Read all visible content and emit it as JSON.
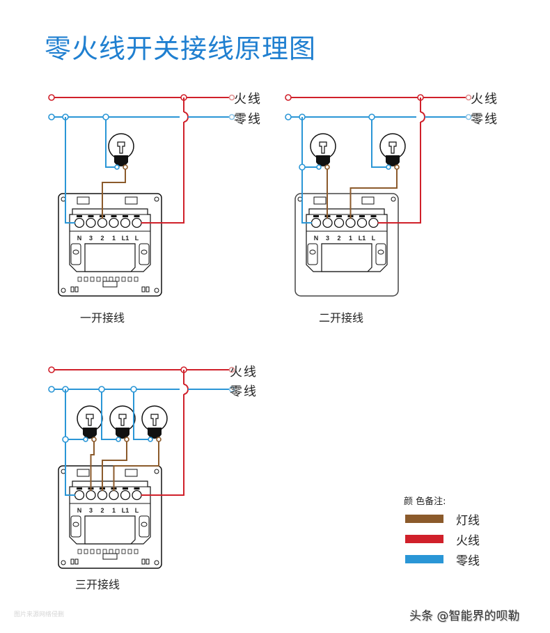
{
  "title": "零火线开关接线原理图",
  "rails": {
    "live_label": "火线",
    "neutral_label": "零线"
  },
  "terminal_labels": [
    "N",
    "3",
    "2",
    "1",
    "L1",
    "L"
  ],
  "colors": {
    "title": "#1f7fd0",
    "lamp_wire": "#8b5a2b",
    "live_wire": "#d0202a",
    "neutral_wire": "#2a96d6",
    "outline": "#222222"
  },
  "diagrams": [
    {
      "id": "one-gang",
      "caption": "一开接线",
      "lamp_count": 1
    },
    {
      "id": "two-gang",
      "caption": "二开接线",
      "lamp_count": 2
    },
    {
      "id": "three-gang",
      "caption": "三开接线",
      "lamp_count": 3
    }
  ],
  "legend": {
    "title": "颜 色备注:",
    "items": [
      {
        "label": "灯线",
        "color": "#8b5a2b"
      },
      {
        "label": "火线",
        "color": "#d0202a"
      },
      {
        "label": "零线",
        "color": "#2a96d6"
      }
    ]
  },
  "watermark_left": "图片来源网络侵删",
  "watermark_right": "头条 @智能界的呗勒"
}
